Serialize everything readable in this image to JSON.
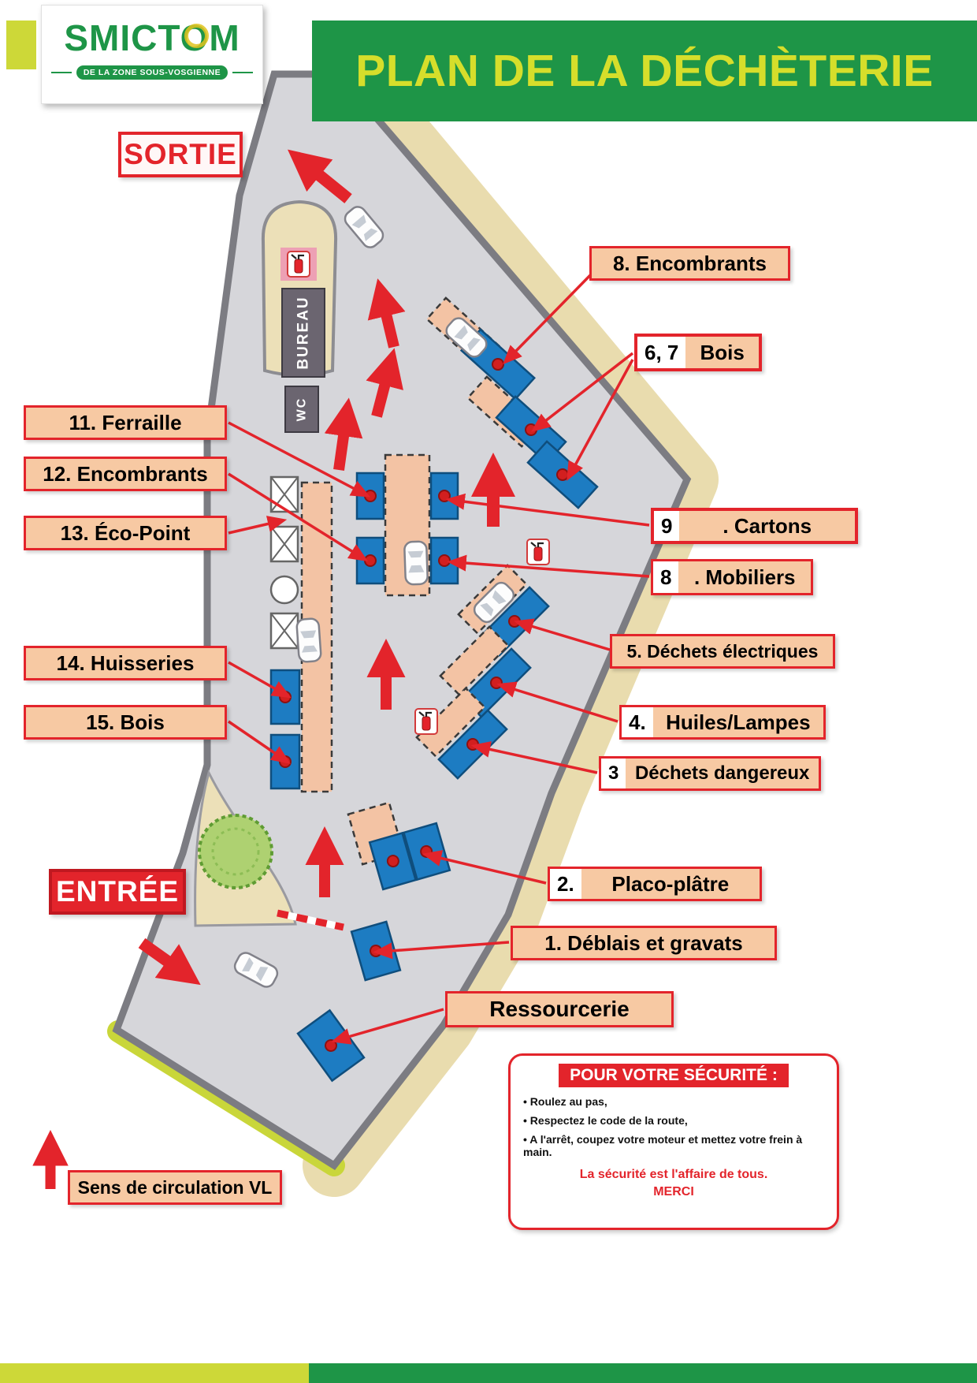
{
  "header": {
    "logo_name": "SMICTOM",
    "logo_subtitle": "DE LA ZONE SOUS-VOSGIENNE",
    "title": "PLAN DE LA DÉCHÈTERIE"
  },
  "gates": {
    "exit": "SORTIE",
    "entrance": "ENTRÉE"
  },
  "buildings": {
    "office": "BUREAU",
    "toilet": "WC"
  },
  "labels": {
    "encombrants8": {
      "text": "8. Encombrants"
    },
    "bois67": {
      "num": "6, 7",
      "text": "Bois"
    },
    "ferraille11": {
      "text": "11. Ferraille"
    },
    "encombrants12": {
      "text": "12. Encombrants"
    },
    "ecopoint13": {
      "text": "13. Éco-Point"
    },
    "cartons9": {
      "num": "9",
      "text": ". Cartons"
    },
    "mobiliers8": {
      "num": "8",
      "text": ". Mobiliers"
    },
    "electriques5": {
      "text": "5. Déchets électriques"
    },
    "huiles4": {
      "num": "4.",
      "text": "Huiles/Lampes"
    },
    "dangereux3": {
      "num": "3",
      "text": "Déchets dangereux"
    },
    "huisseries14": {
      "text": "14. Huisseries"
    },
    "bois15": {
      "text": "15. Bois"
    },
    "placo2": {
      "num": "2.",
      "text": "Placo-plâtre"
    },
    "deblais1": {
      "text": "1. Déblais et gravats"
    },
    "ressourcerie": {
      "text": "Ressourcerie"
    },
    "circulation": {
      "text": "Sens de circulation VL"
    }
  },
  "safety": {
    "title": "POUR VOTRE SÉCURITÉ :",
    "rules": [
      "• Roulez au pas,",
      "• Respectez le code de la route,",
      "• A l'arrêt, coupez votre moteur et mettez votre frein à main."
    ],
    "slogan": "La sécurité est l'affaire de tous.",
    "thanks": "MERCI"
  },
  "colors": {
    "green": "#1e9547",
    "yellow_green": "#cdd838",
    "red": "#e3242b",
    "label_tan": "#f7c9a3",
    "container_blue": "#1d7cc2",
    "road_gray": "#d6d6da",
    "sand": "#ece0b8"
  }
}
